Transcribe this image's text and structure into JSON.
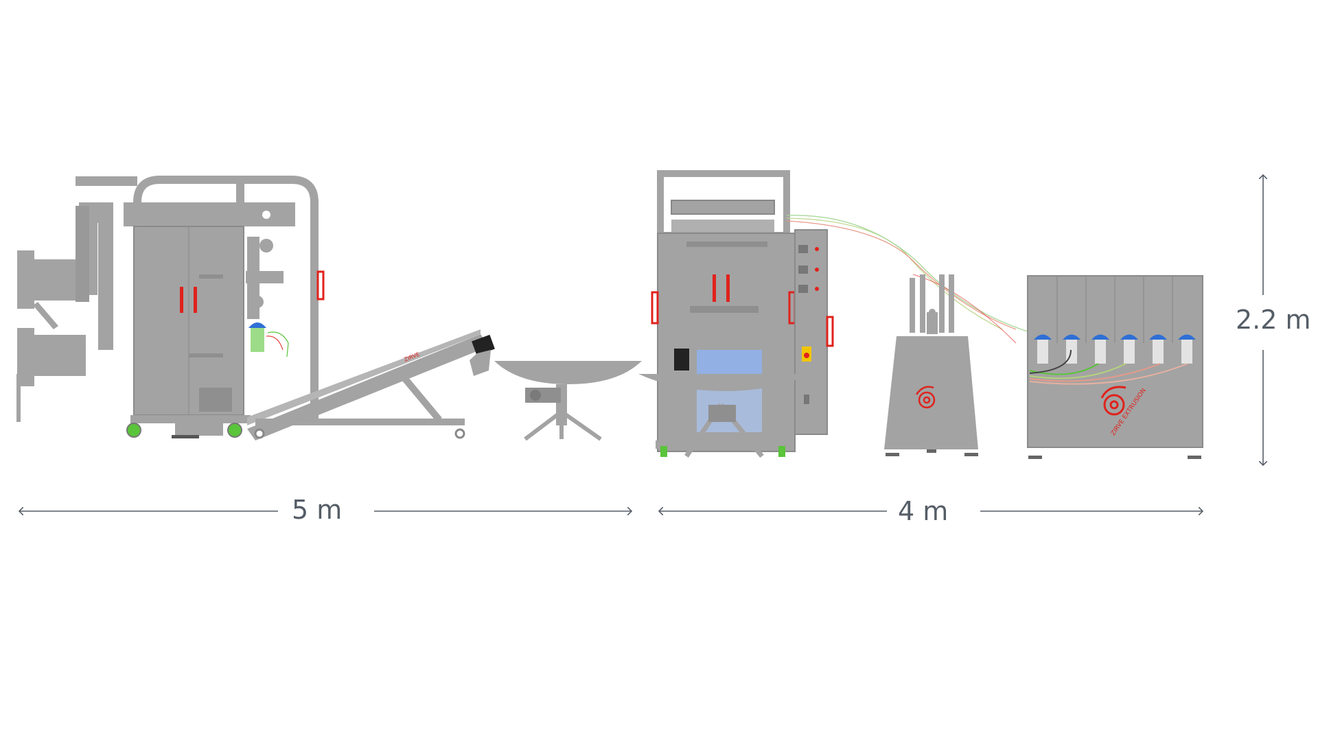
{
  "dimensions": {
    "left_length": "5 m",
    "right_length": "4 m",
    "height": "2.2 m"
  },
  "machines": {
    "conveyor_brand": "ZIRVE",
    "extruder_brand": "ZIRVE EXTRUSION",
    "extruder_nozzle_count": 6
  },
  "colors": {
    "machine_body": "#a3a3a3",
    "machine_dark": "#8f8f8f",
    "accent_red": "#e0221c",
    "accent_blue": "#2f6fd6",
    "caster_green": "#5ac43a",
    "dimension_line": "#555d66"
  }
}
